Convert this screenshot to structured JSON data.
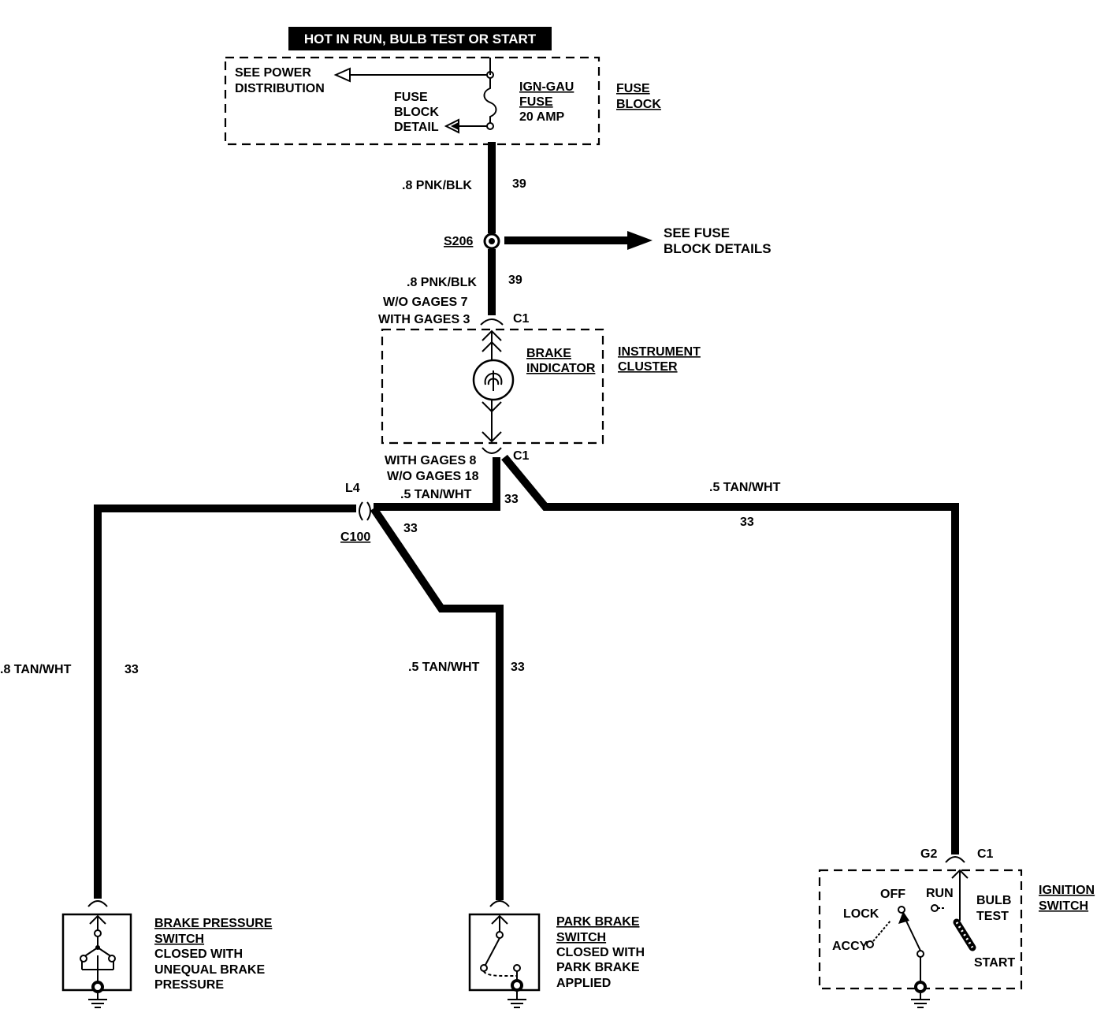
{
  "banner": "HOT IN RUN, BULB TEST OR START",
  "fuse_block": {
    "see_power": [
      "SEE POWER",
      "DISTRIBUTION"
    ],
    "fuse_detail": [
      "FUSE",
      "BLOCK",
      "DETAIL"
    ],
    "fuse_name": [
      "IGN-GAU",
      "FUSE",
      "20 AMP"
    ],
    "block_title": [
      "FUSE",
      "BLOCK"
    ]
  },
  "wire_top": {
    "gauge": ".8 PNK/BLK",
    "circuit": "39"
  },
  "splice": {
    "id": "S206",
    "ref": [
      "SEE FUSE",
      "BLOCK DETAILS"
    ]
  },
  "wire_mid": {
    "gauge": ".8 PNK/BLK",
    "circuit": "39",
    "pins": [
      "W/O GAGES 7",
      "WITH GAGES 3"
    ],
    "connector": "C1"
  },
  "cluster": {
    "indicator": [
      "BRAKE",
      "INDICATOR"
    ],
    "title": [
      "INSTRUMENT",
      "CLUSTER"
    ],
    "pins": [
      "WITH GAGES 8",
      "W/O GAGES 18"
    ],
    "connector": "C1"
  },
  "junction": {
    "l4": "L4",
    "c100": "C100",
    "wire_label": ".5 TAN/WHT",
    "circuit_a": "33",
    "circuit_b": "33"
  },
  "wire_right": {
    "gauge": ".5 TAN/WHT",
    "circuit": "33"
  },
  "wire_left": {
    "gauge": ".8 TAN/WHT",
    "circuit": "33"
  },
  "wire_park": {
    "gauge": ".5 TAN/WHT",
    "circuit": "33"
  },
  "brake_pressure": [
    "BRAKE PRESSURE",
    "SWITCH",
    "CLOSED WITH",
    "UNEQUAL BRAKE",
    "PRESSURE"
  ],
  "park_brake": [
    "PARK BRAKE",
    "SWITCH",
    "CLOSED WITH",
    "PARK BRAKE",
    "APPLIED"
  ],
  "ignition": {
    "g2": "G2",
    "c1": "C1",
    "positions": {
      "off": "OFF",
      "run": "RUN",
      "lock": "LOCK",
      "accy": "ACCY",
      "start": "START"
    },
    "bulb": [
      "BULB",
      "TEST"
    ],
    "title": [
      "IGNITION",
      "SWITCH"
    ]
  }
}
